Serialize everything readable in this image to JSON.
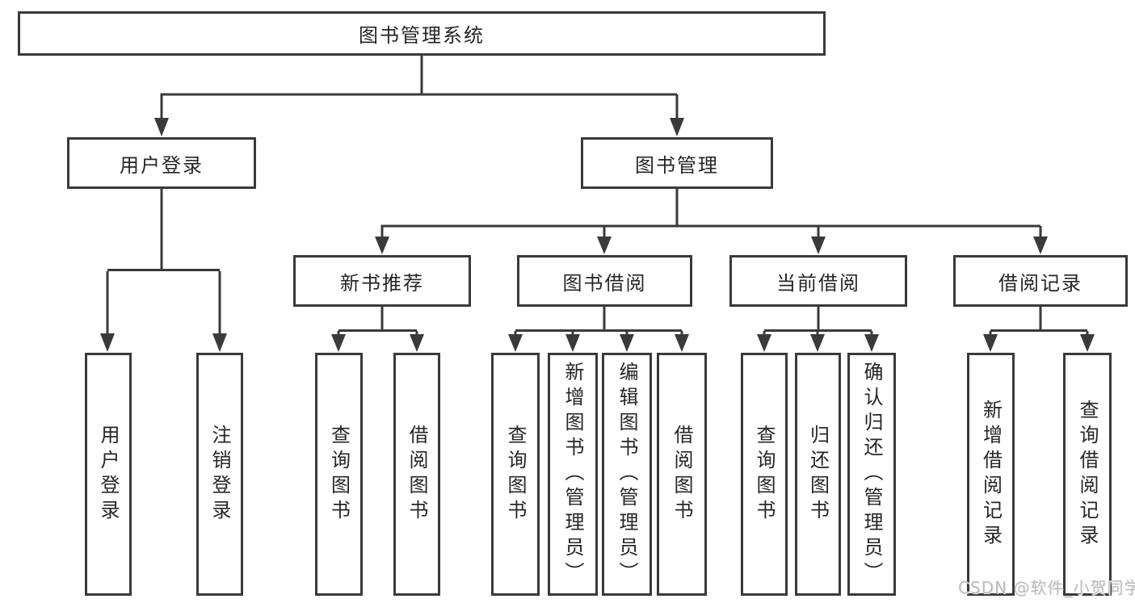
{
  "nodes": {
    "root": "图书管理系统",
    "user_login": "用户登录",
    "book_mgmt": "图书管理",
    "new_books": "新书推荐",
    "borrowing": "图书借阅",
    "current": "当前借阅",
    "records": "借阅记录"
  },
  "leaves": {
    "user_login": [
      "用户登录",
      "注销登录"
    ],
    "new_books": [
      "查询图书",
      "借阅图书"
    ],
    "borrowing": [
      "查询图书",
      "新增图书（管理员）",
      "编辑图书（管理员）",
      "借阅图书"
    ],
    "current": [
      "查询图书",
      "归还图书",
      "确认归还（管理员）"
    ],
    "records": [
      "新增借阅记录",
      "查询借阅记录"
    ]
  },
  "watermark": "CSDN @软件_小贺同学",
  "colors": {
    "line": "#3a3a3a",
    "text": "#262626",
    "background": "#ffffff",
    "watermark": "#bfbebe"
  }
}
